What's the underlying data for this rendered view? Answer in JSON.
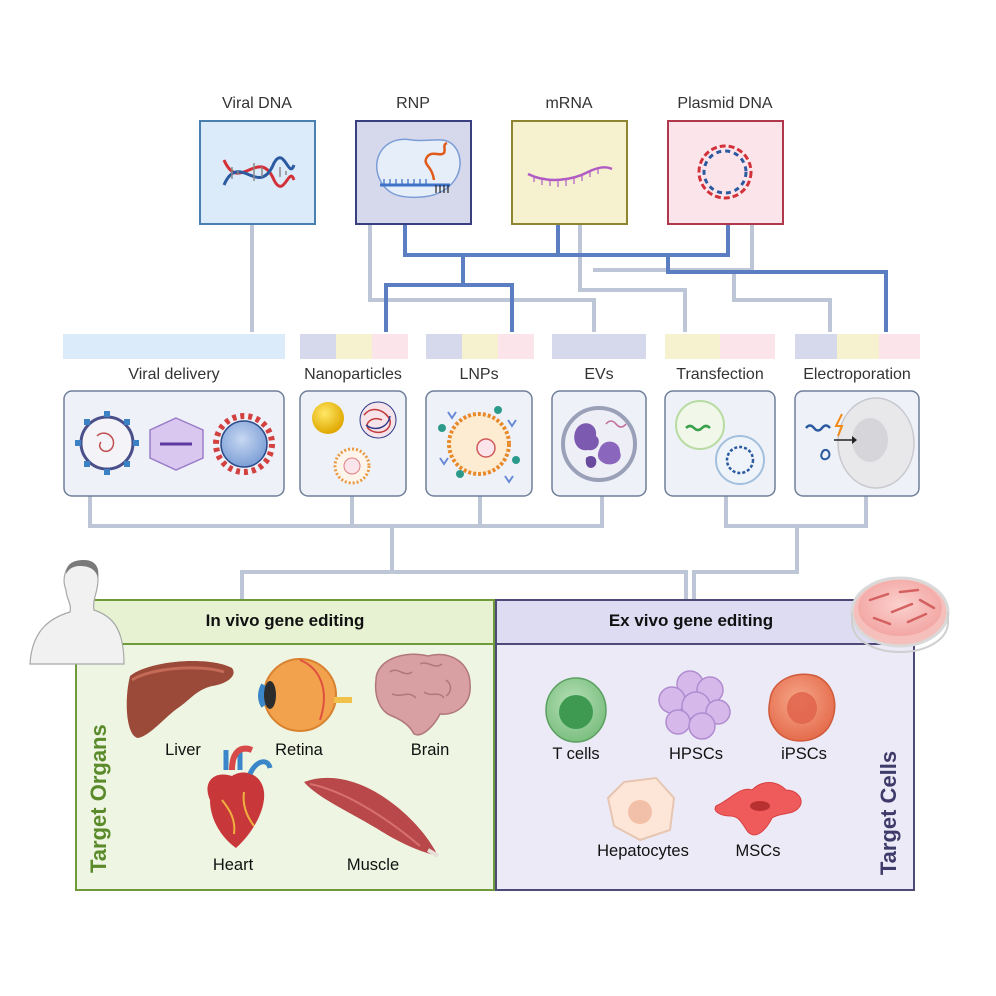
{
  "cargo": [
    {
      "label": "Viral DNA",
      "icon": "dna-helix-icon",
      "bg": "#dcebf9",
      "border": "#4a7fb0"
    },
    {
      "label": "RNP",
      "icon": "ribonucleoprotein-icon",
      "bg": "#d6d8ec",
      "border": "#3a3f80"
    },
    {
      "label": "mRNA",
      "icon": "mrna-strand-icon",
      "bg": "#f6f1cf",
      "border": "#8e8530"
    },
    {
      "label": "Plasmid DNA",
      "icon": "plasmid-ring-icon",
      "bg": "#fbe4ea",
      "border": "#b0374c"
    }
  ],
  "methods": [
    {
      "label": "Viral delivery",
      "icon": "viral-vectors-icon"
    },
    {
      "label": "Nanoparticles",
      "icon": "nanoparticles-icon"
    },
    {
      "label": "LNPs",
      "icon": "lipid-nanoparticle-icon"
    },
    {
      "label": "EVs",
      "icon": "extracellular-vesicles-icon"
    },
    {
      "label": "Transfection",
      "icon": "transfection-icon"
    },
    {
      "label": "Electroporation",
      "icon": "electroporation-icon"
    }
  ],
  "in_vivo": {
    "title": "In vivo gene editing",
    "side_label": "Target Organs",
    "organs": [
      "Liver",
      "Retina",
      "Brain",
      "Heart",
      "Muscle"
    ]
  },
  "ex_vivo": {
    "title": "Ex vivo gene editing",
    "side_label": "Target Cells",
    "cells": [
      "T cells",
      "HPSCs",
      "iPSCs",
      "Hepatocytes",
      "MSCs"
    ]
  },
  "colors": {
    "connector_light": "#bcc6d6",
    "connector_dark": "#5b7ec2",
    "in_vivo_bg": "#eef5e2",
    "in_vivo_header": "#e6f2d2",
    "in_vivo_border": "#6f9a3a",
    "in_vivo_text": "#5a8a2a",
    "ex_vivo_bg": "#eceaf6",
    "ex_vivo_header": "#dddcf3",
    "ex_vivo_border": "#4d4a7a",
    "ex_vivo_text": "#3e3b6a"
  }
}
